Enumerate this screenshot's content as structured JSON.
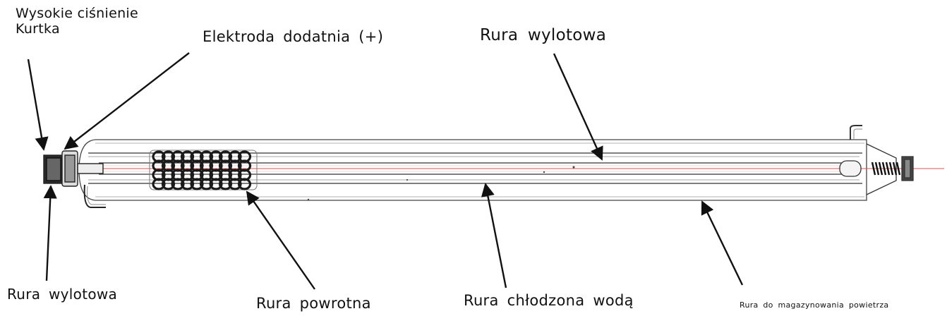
{
  "labels": {
    "high_voltage_jacket": "Wysokie ciśnienie\nKurtka",
    "positive_electrode": "Elektroda dodatnia (+)",
    "outlet_tube_top": "Rura wylotowa",
    "outlet_tube_bottom": "Rura wylotowa",
    "return_tube": "Rura powrotna",
    "water_cooled_tube": "Rura chłodzona wodą",
    "gas_storage_tube": "Rura do magazynowania powietrza"
  },
  "colors": {
    "line": "#222222",
    "light_line": "#777777",
    "laser": "#d9534f",
    "coil": "#1a1a1a"
  }
}
